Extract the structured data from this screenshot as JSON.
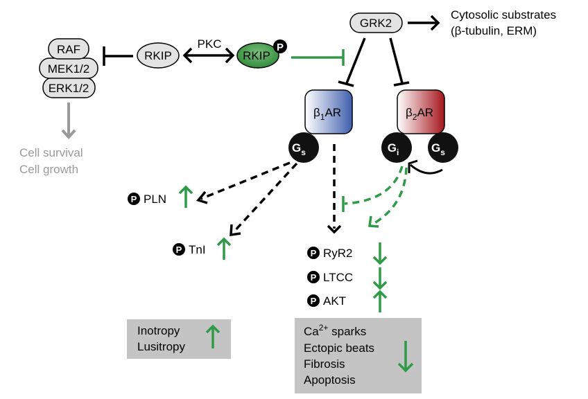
{
  "colors": {
    "green": "#2f9a47",
    "gray_text": "#9a9a9a",
    "box_gray": "#c4c4c4",
    "beta1": "#3f5fae",
    "beta2": "#a5161c"
  },
  "nodes": {
    "raf": "RAF",
    "mek": "MEK1/2",
    "erk": "ERK1/2",
    "rkip": "RKIP",
    "rkip_p": "RKIP",
    "pkc": "PKC",
    "p": "P",
    "grk2": "GRK2",
    "cytosolic_1": "Cytosolic substrates",
    "cytosolic_2": "(β-tubulin, ERM)",
    "beta1_b": "β",
    "beta1_sub": "1",
    "beta1_ar": "AR",
    "beta2_b": "β",
    "beta2_sub": "2",
    "beta2_ar": "AR",
    "g": "G",
    "s": "s",
    "i": "i",
    "cell_survival": "Cell survival",
    "cell_growth": "Cell growth",
    "pln": "PLN",
    "tni": "TnI",
    "ryr2": "RyR2",
    "ltcc": "LTCC",
    "akt": "AKT"
  },
  "outcome_left": {
    "lines": [
      "Inotropy",
      "Lusitropy"
    ],
    "direction": "up"
  },
  "outcome_right": {
    "ca": "Ca",
    "ca_sup": "2+",
    "ca_rest": " sparks",
    "lines": [
      "Ectopic beats",
      "Fibrosis",
      "Apoptosis"
    ],
    "direction": "down"
  },
  "changes": {
    "pln": "up",
    "tni": "up",
    "ryr2": "down",
    "ltcc": "down",
    "akt": "up"
  }
}
